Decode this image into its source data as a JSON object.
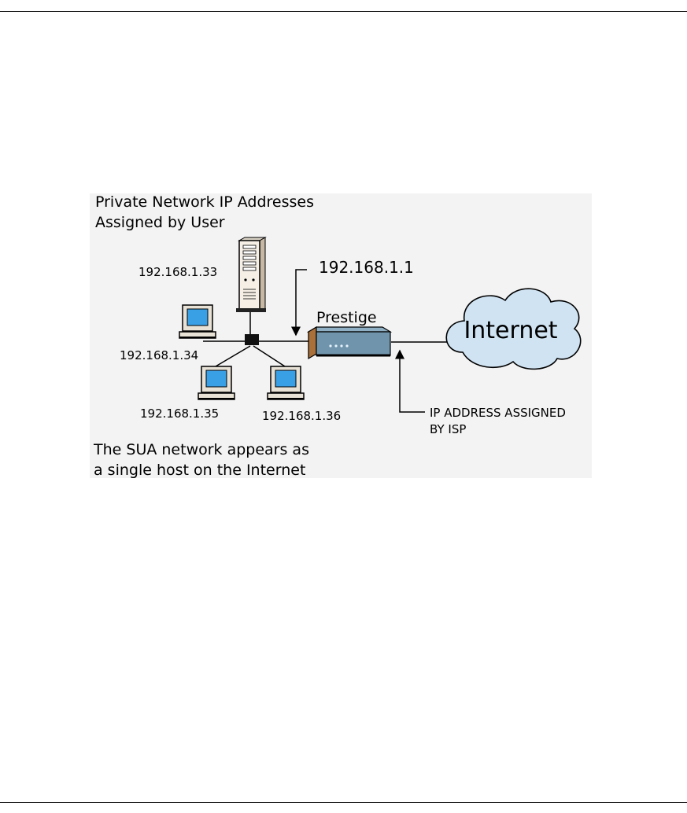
{
  "diagram": {
    "heading": [
      "Private Network IP Addresses",
      "Assigned by User"
    ],
    "server_ip": "192.168.1.33",
    "gateway_ip": "192.168.1.1",
    "router_label": "Prestige",
    "pc_ips": [
      "192.168.1.34",
      "192.168.1.35",
      "192.168.1.36"
    ],
    "cloud_label": "Internet",
    "isp_note": [
      "IP ADDRESS ASSIGNED",
      "BY ISP"
    ],
    "footer": [
      "The SUA network appears as",
      "a single host on the Internet"
    ]
  },
  "colors": {
    "panel": "#f3f3f3",
    "cloud": "#cfe3f3",
    "router_side": "#a9703a",
    "router_body": "#6f94ab",
    "screen": "#3aa0e6",
    "server_body": "#f5efe6"
  }
}
